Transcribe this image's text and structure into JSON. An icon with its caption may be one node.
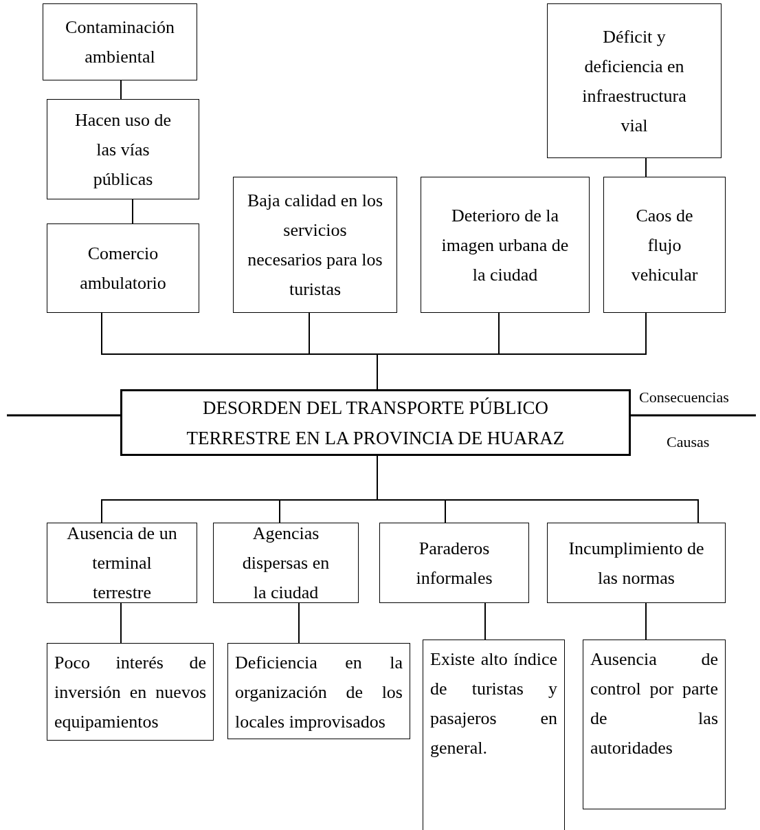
{
  "diagram": {
    "nodes": [
      {
        "text": [
          "Contaminación ambiental"
        ]
      },
      {
        "text": [
          "Hacen uso de las vías públicas"
        ]
      },
      {
        "text": [
          "Comercio ambulatorio"
        ]
      },
      {
        "text": [
          "Baja calidad en los servicios necesarios para los turistas"
        ]
      },
      {
        "text": [
          "Déficit y deficiencia en infraestructura vial"
        ]
      },
      {
        "text": [
          "Deterioro de la imagen urbana de la ciudad"
        ]
      },
      {
        "text": [
          "Caos de flujo vehicular"
        ]
      },
      {
        "text": [
          "DESORDEN DEL TRANSPORTE PÚBLICO TERRESTRE EN LA PROVINCIA DE HUARAZ"
        ]
      },
      {
        "text": [
          "Ausencia de un terminal terrestre"
        ]
      },
      {
        "text": [
          "Agencias dispersas en la ciudad"
        ]
      },
      {
        "text": [
          "Paraderos informales"
        ]
      },
      {
        "text": [
          "Incumplimiento de las normas"
        ]
      },
      {
        "text": [
          "Poco interés de inversión en nuevos equipamientos"
        ]
      },
      {
        "text": [
          "Deficiencia en la organización de los locales improvisados"
        ]
      },
      {
        "text": [
          "Existe alto índice de turistas y pasajeros en general."
        ]
      },
      {
        "text": [
          "Ausencia de control por parte de las autoridades"
        ]
      }
    ],
    "edges": [
      {
        "from": 0,
        "to": 1,
        "arrow": "none"
      },
      {
        "from": 1,
        "to": 2,
        "arrow": "none"
      },
      {
        "from": 4,
        "to": 6,
        "arrow": "none"
      },
      {
        "from": 7,
        "to": 2,
        "arrow": "none"
      },
      {
        "from": 7,
        "to": 3,
        "arrow": "none"
      },
      {
        "from": 7,
        "to": 5,
        "arrow": "none"
      },
      {
        "from": 7,
        "to": 6,
        "arrow": "none"
      },
      {
        "from": 7,
        "to": 8,
        "arrow": "none"
      },
      {
        "from": 7,
        "to": 9,
        "arrow": "none"
      },
      {
        "from": 7,
        "to": 10,
        "arrow": "none"
      },
      {
        "from": 7,
        "to": 11,
        "arrow": "none"
      },
      {
        "from": 8,
        "to": 12,
        "arrow": "none"
      },
      {
        "from": 9,
        "to": 13,
        "arrow": "none"
      },
      {
        "from": 10,
        "to": 14,
        "arrow": "none"
      },
      {
        "from": 11,
        "to": 15,
        "arrow": "none"
      }
    ],
    "labels": [
      "Consecuencias",
      "Causas"
    ]
  }
}
